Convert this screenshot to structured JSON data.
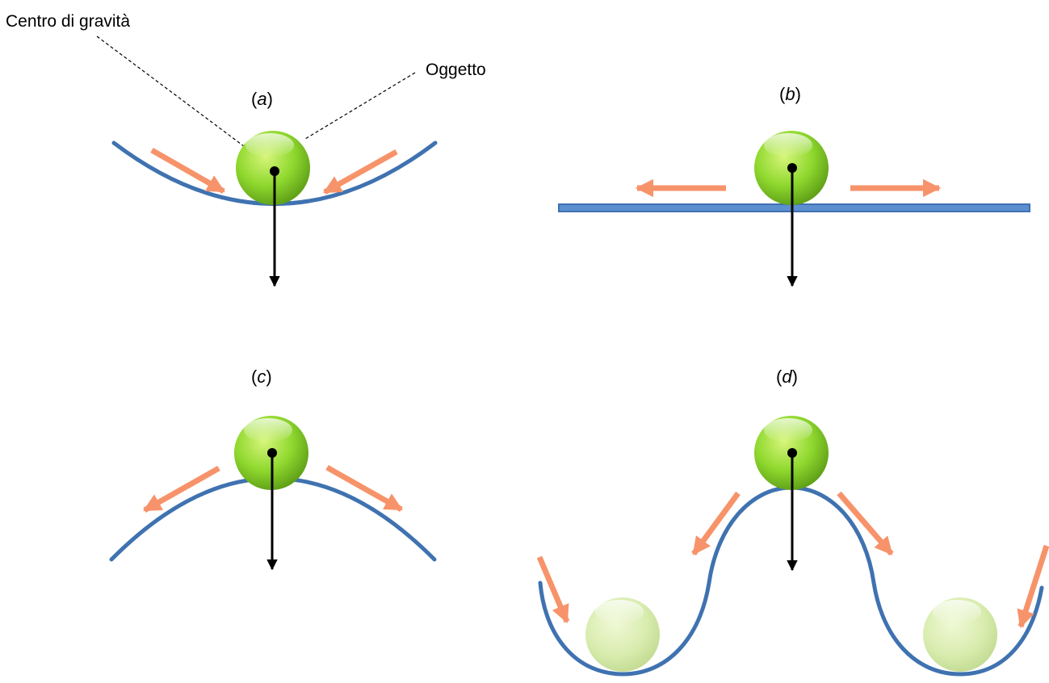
{
  "annotations": {
    "center_of_gravity": "Centro di gravità",
    "object": "Oggetto"
  },
  "panels": {
    "a": {
      "label": "a"
    },
    "b": {
      "label": "b"
    },
    "c": {
      "label": "c"
    },
    "d": {
      "label": "d"
    }
  },
  "colors": {
    "ball": "#8fd82e",
    "surface": "#3f72b0",
    "arrow": "#f7936a",
    "gravity_vector": "#000000"
  },
  "icons": {
    "ball": "green-sphere",
    "motion_arrow": "orange-arrow",
    "gravity_arrow": "black-down-arrow"
  }
}
